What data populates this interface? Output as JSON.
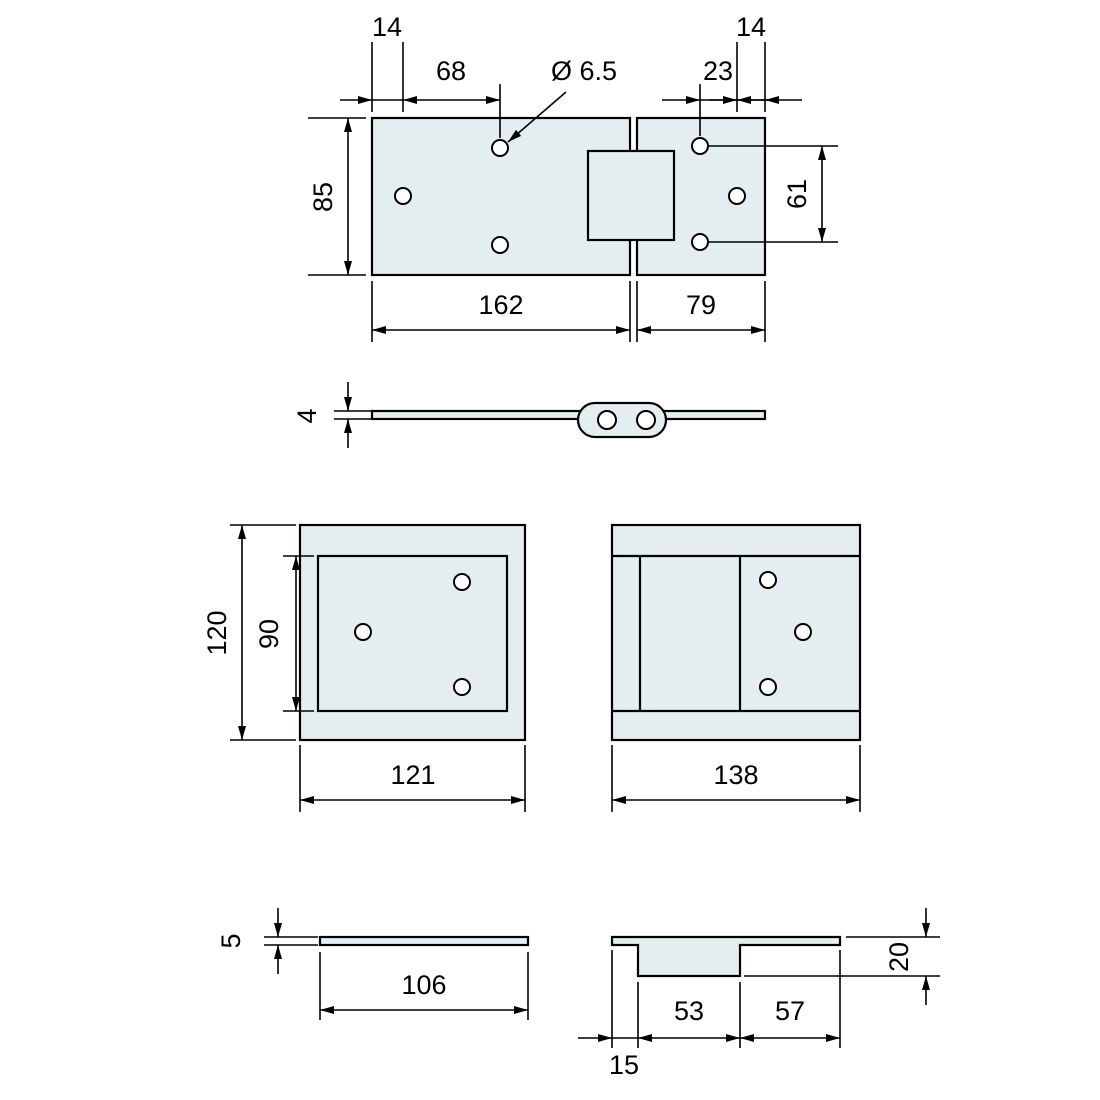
{
  "drawing": {
    "colors": {
      "plate": "#e4eef0",
      "line": "#000000",
      "bg": "#ffffff"
    },
    "top_view": {
      "left_edge_to_hole": "14",
      "hole_spacing": "68",
      "hole_diameter": "Ø 6.5",
      "right_hole_spacing": "23",
      "hole_to_right_edge": "14",
      "left_plate_height": "85",
      "right_hole_span": "61",
      "left_plate_width": "162",
      "right_plate_width": "79"
    },
    "side_view": {
      "thickness": "4"
    },
    "left_leaf": {
      "outer_height": "120",
      "inner_height": "90",
      "width": "121"
    },
    "right_leaf": {
      "width": "138"
    },
    "left_profile": {
      "thickness": "5",
      "width": "106"
    },
    "right_profile": {
      "left_offset": "15",
      "knuckle_width": "53",
      "flat_width": "57",
      "depth": "20"
    }
  }
}
